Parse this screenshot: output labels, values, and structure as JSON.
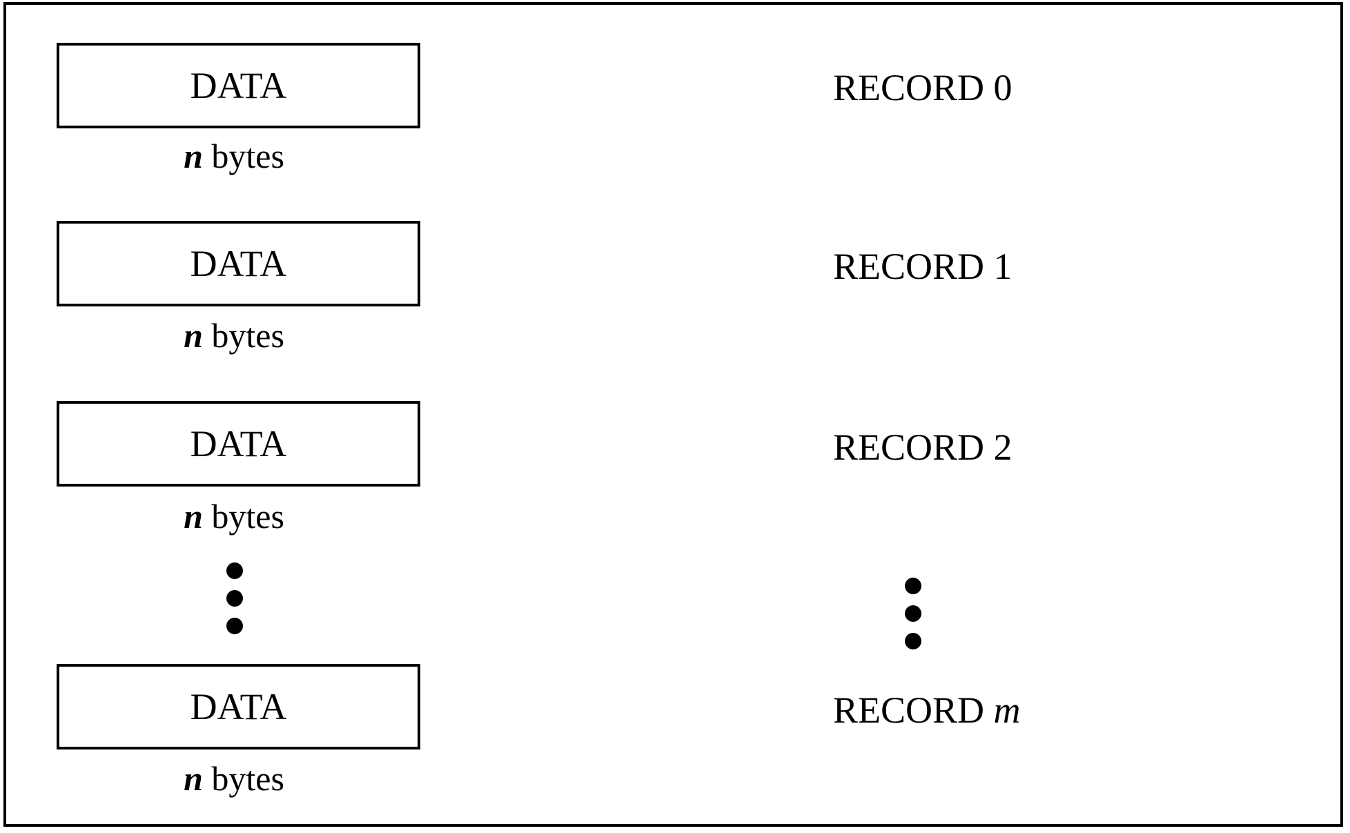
{
  "diagram": {
    "records": [
      {
        "data_label": "DATA",
        "size_var": "n",
        "size_unit": "bytes",
        "record_prefix": "RECORD",
        "record_index": "0",
        "index_italic": false
      },
      {
        "data_label": "DATA",
        "size_var": "n",
        "size_unit": "bytes",
        "record_prefix": "RECORD",
        "record_index": "1",
        "index_italic": false
      },
      {
        "data_label": "DATA",
        "size_var": "n",
        "size_unit": "bytes",
        "record_prefix": "RECORD",
        "record_index": "2",
        "index_italic": false
      },
      {
        "data_label": "DATA",
        "size_var": "n",
        "size_unit": "bytes",
        "record_prefix": "RECORD",
        "record_index": "m",
        "index_italic": true
      }
    ],
    "continuation_dots": 3,
    "colors": {
      "stroke": "#000000",
      "background": "#ffffff"
    }
  }
}
